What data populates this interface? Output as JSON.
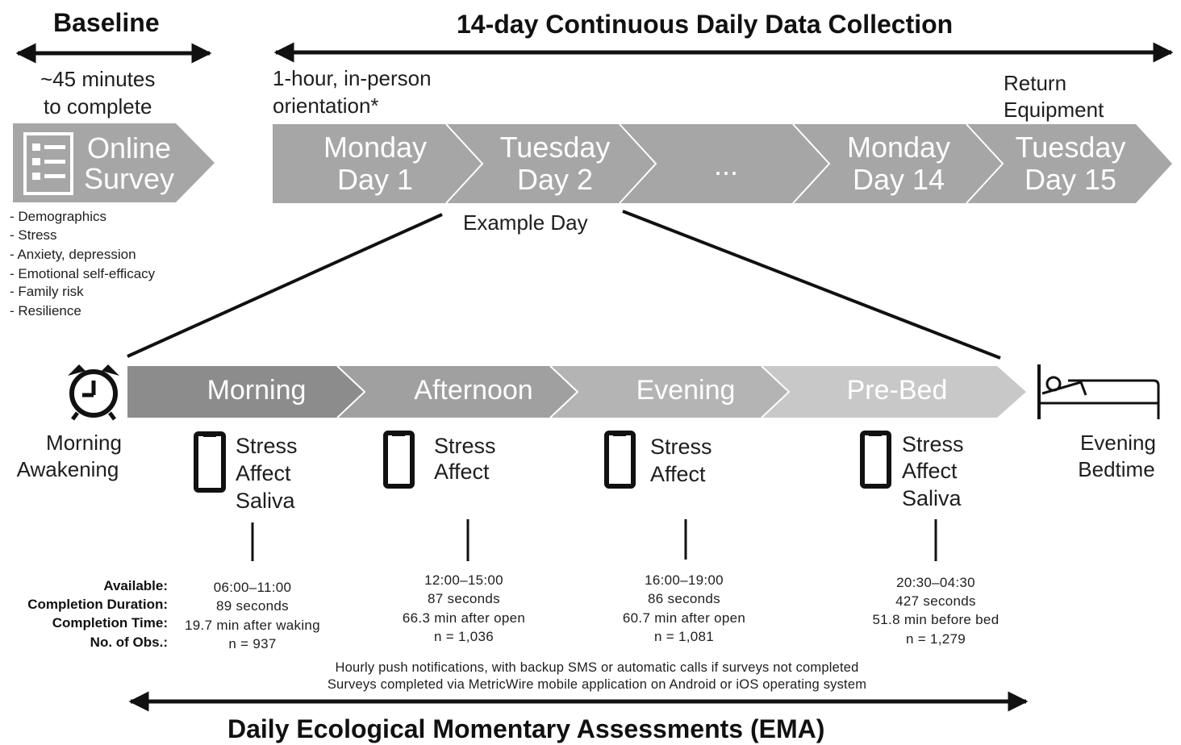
{
  "baseline": {
    "title": "Baseline",
    "duration": [
      "~45 minutes",
      "to complete"
    ],
    "survey_label": [
      "Online",
      "Survey"
    ],
    "survey_items": [
      "- Demographics",
      "- Stress",
      "- Anxiety, depression",
      "- Emotional self-efficacy",
      "- Family risk",
      "- Resilience"
    ]
  },
  "collection": {
    "title": "14-day Continuous Daily Data Collection",
    "orientation": [
      "1-hour, in-person",
      "orientation*"
    ],
    "return_note": [
      "Return",
      "Equipment"
    ],
    "days": [
      {
        "l1": "Monday",
        "l2": "Day 1"
      },
      {
        "l1": "Tuesday",
        "l2": "Day 2"
      },
      {
        "l1": "...",
        "l2": ""
      },
      {
        "l1": "Monday",
        "l2": "Day 14"
      },
      {
        "l1": "Tuesday",
        "l2": "Day 15"
      }
    ],
    "example_label": "Example Day"
  },
  "day": {
    "phases": [
      "Morning",
      "Afternoon",
      "Evening",
      "Pre-Bed"
    ],
    "start_event": [
      "Morning",
      "Awakening"
    ],
    "end_event": [
      "Evening",
      "Bedtime"
    ],
    "ema": [
      {
        "lines": [
          "Stress",
          "Affect",
          "Saliva"
        ]
      },
      {
        "lines": [
          "Stress",
          "Affect"
        ]
      },
      {
        "lines": [
          "Stress",
          "Affect"
        ]
      },
      {
        "lines": [
          "Stress",
          "Affect",
          "Saliva"
        ]
      }
    ],
    "stat_labels": [
      "Available:",
      "Completion Duration:",
      "Completion Time:",
      "No. of Obs.:"
    ],
    "stats": [
      [
        "06:00–11:00",
        "89 seconds",
        "19.7 min after waking",
        "n = 937"
      ],
      [
        "12:00–15:00",
        "87 seconds",
        "66.3 min after open",
        "n = 1,036"
      ],
      [
        "16:00–19:00",
        "86 seconds",
        "60.7 min after open",
        "n = 1,081"
      ],
      [
        "20:30–04:30",
        "427 seconds",
        "51.8 min before bed",
        "n = 1,279"
      ]
    ]
  },
  "footer": {
    "notes": [
      "Hourly push notifications, with backup SMS or automatic calls if surveys not completed",
      "Surveys completed via MetricWire mobile application on Android or iOS operating system"
    ],
    "title": "Daily Ecological Momentary Assessments (EMA)"
  },
  "icons": {
    "survey": "checklist-icon",
    "clock": "alarm-clock-icon",
    "bed": "bed-icon",
    "phone": "smartphone-icon"
  },
  "colors": {
    "chevron_dark": "#a6a6a6",
    "morning": "#8c8c8c",
    "afternoon": "#a0a0a0",
    "evening": "#b4b4b4",
    "prebed": "#c8c8c8",
    "line": "#111111"
  }
}
